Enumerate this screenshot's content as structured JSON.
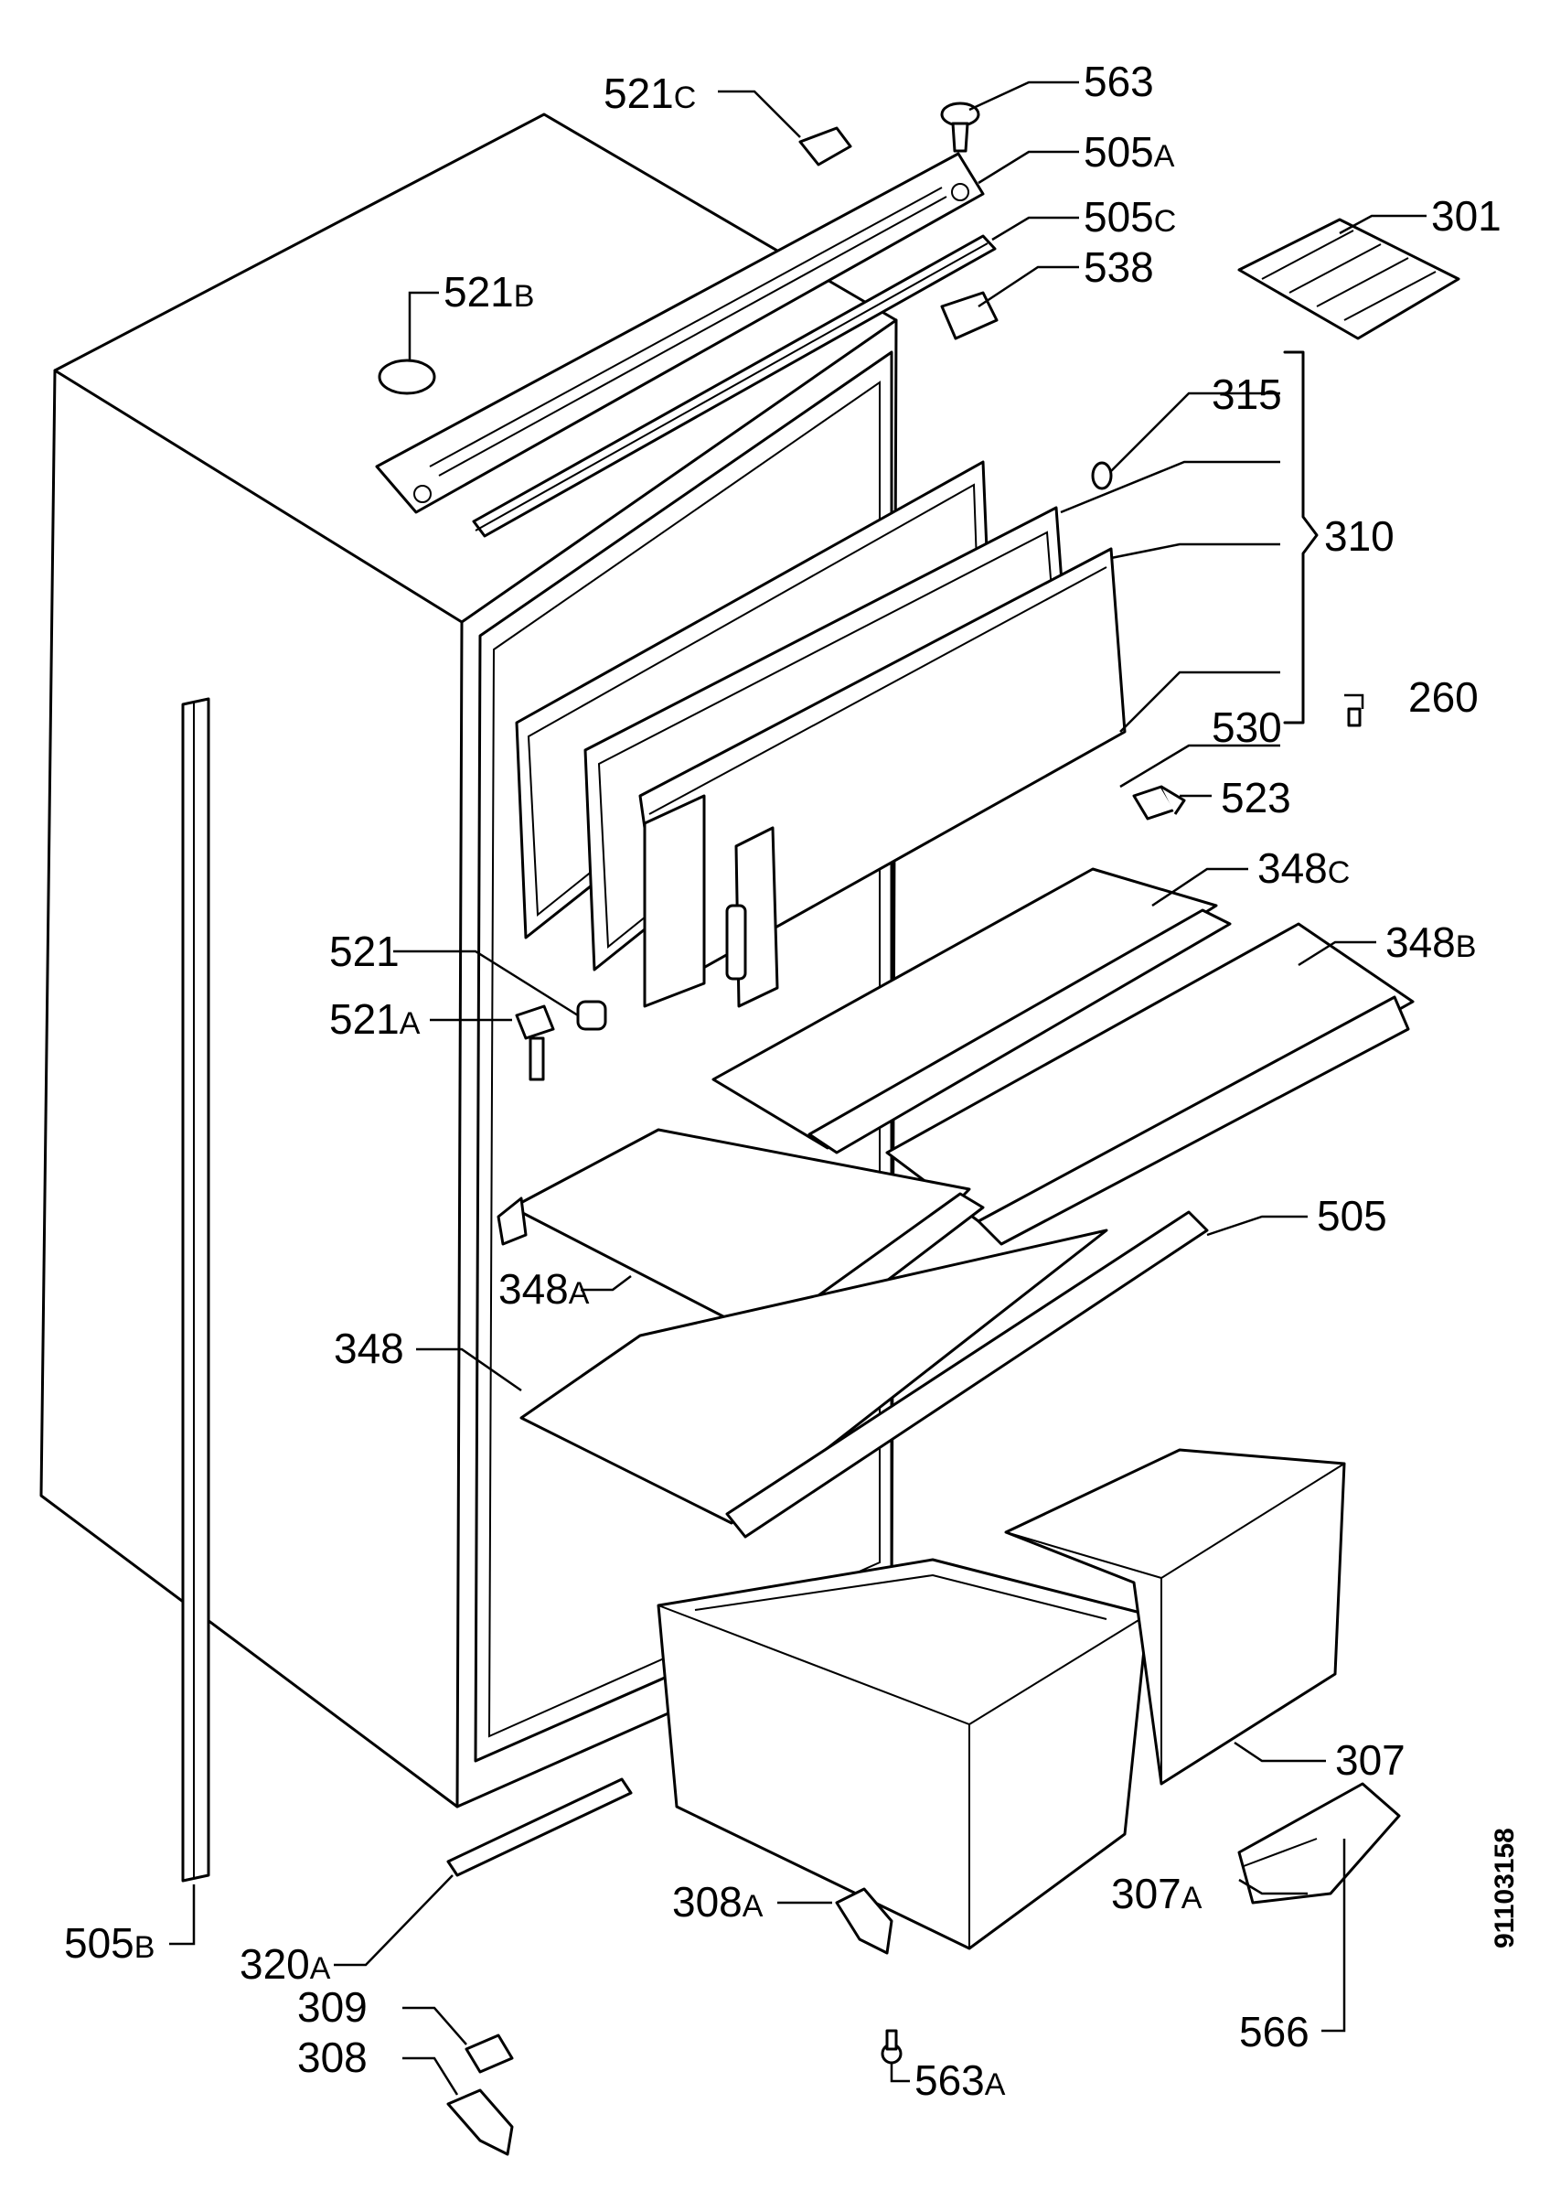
{
  "document_id": "91103158",
  "callouts": [
    {
      "id": "c521c",
      "num": "521",
      "suffix": "C"
    },
    {
      "id": "c563",
      "num": "563",
      "suffix": ""
    },
    {
      "id": "c505a",
      "num": "505",
      "suffix": "A"
    },
    {
      "id": "c505c",
      "num": "505",
      "suffix": "C"
    },
    {
      "id": "c301",
      "num": "301",
      "suffix": ""
    },
    {
      "id": "c521b",
      "num": "521",
      "suffix": "B"
    },
    {
      "id": "c538",
      "num": "538",
      "suffix": ""
    },
    {
      "id": "c315",
      "num": "315",
      "suffix": ""
    },
    {
      "id": "c310",
      "num": "310",
      "suffix": ""
    },
    {
      "id": "c260",
      "num": "260",
      "suffix": ""
    },
    {
      "id": "c530",
      "num": "530",
      "suffix": ""
    },
    {
      "id": "c523",
      "num": "523",
      "suffix": ""
    },
    {
      "id": "c348c",
      "num": "348",
      "suffix": "C"
    },
    {
      "id": "c348b",
      "num": "348",
      "suffix": "B"
    },
    {
      "id": "c521",
      "num": "521",
      "suffix": ""
    },
    {
      "id": "c521a",
      "num": "521",
      "suffix": "A"
    },
    {
      "id": "c505",
      "num": "505",
      "suffix": ""
    },
    {
      "id": "c348a",
      "num": "348",
      "suffix": "A"
    },
    {
      "id": "c348",
      "num": "348",
      "suffix": ""
    },
    {
      "id": "c307",
      "num": "307",
      "suffix": ""
    },
    {
      "id": "c307a",
      "num": "307",
      "suffix": "A"
    },
    {
      "id": "c308a",
      "num": "308",
      "suffix": "A"
    },
    {
      "id": "c505b",
      "num": "505",
      "suffix": "B"
    },
    {
      "id": "c320a",
      "num": "320",
      "suffix": "A"
    },
    {
      "id": "c309",
      "num": "309",
      "suffix": ""
    },
    {
      "id": "c308",
      "num": "308",
      "suffix": ""
    },
    {
      "id": "c566",
      "num": "566",
      "suffix": ""
    },
    {
      "id": "c563a",
      "num": "563",
      "suffix": "A"
    }
  ]
}
